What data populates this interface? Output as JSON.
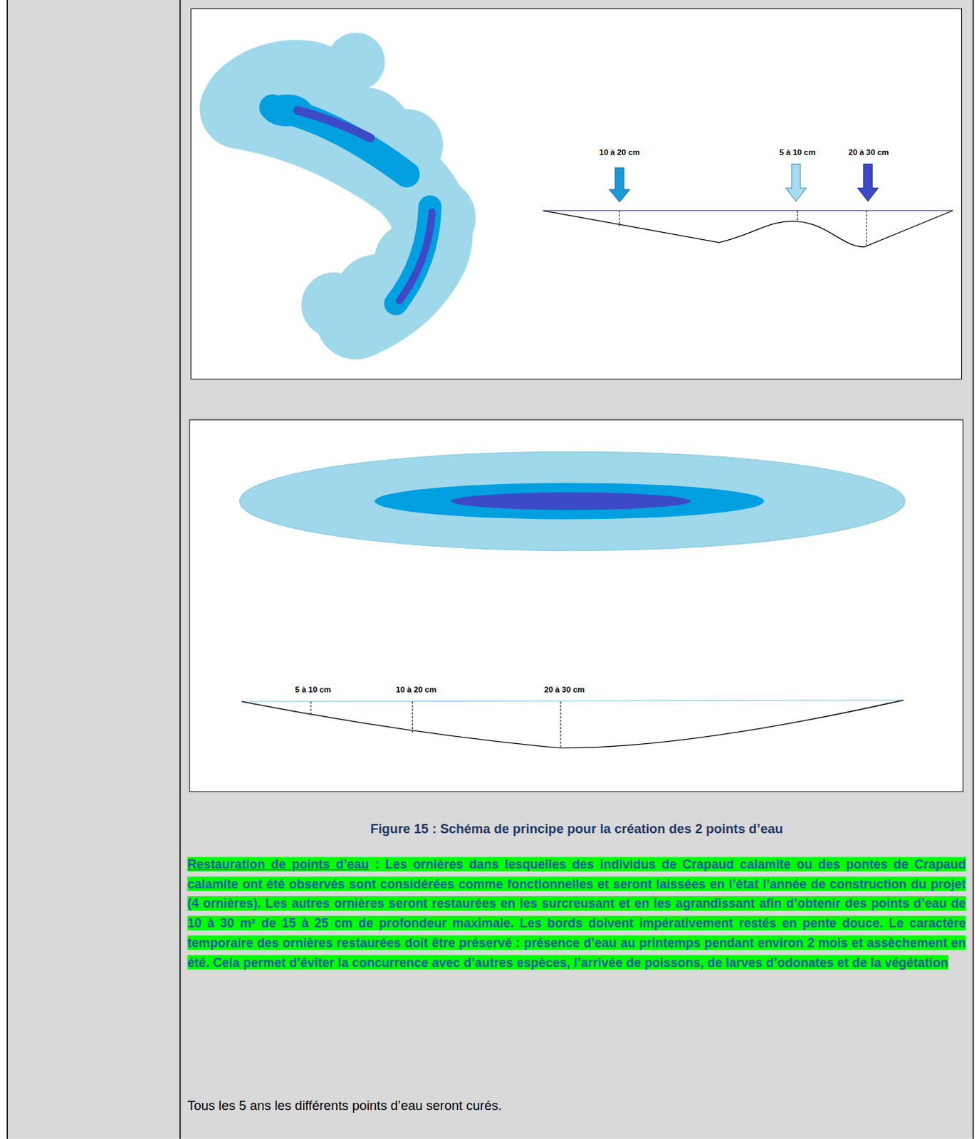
{
  "diagram": {
    "caption": "Figure 15 : Schéma de principe pour la création des 2 points d’eau",
    "labels": [
      "10 à 20 cm",
      "5 à 10 cm",
      "20 à 30 cm",
      "5 à 10 cm",
      "10 à 20 cm",
      "20 à 30 cm",
      "Restauration de points d’eau",
      " : Les ornières dans lesquelles des individus de Crapaud calamite ou des pontes de Crapaud calamite ont été observés sont considérées comme fonctionnelles et seront laissées en l’état l’année de construction du projet (4 ornières). Les autres ornières seront restaurées en les surcreusant et en les agrandissant afin d’obtenir des points d’eau de 10 à 30 m² de 15 à 25 cm de profondeur maximale. Les bords doivent impérativement restés en pente douce. Le caractère temporaire des ornières restaurées doit être préservé : présence d’eau au printemps pendant environ 2 mois et assèchement en été. Cela permet d’éviter la concurrence avec d’autres espèces, l’arrivée de poissons, de larves d’odonates et de la végétation",
      "Tous les 5 ans les différents points d’eau seront curés."
    ]
  }
}
